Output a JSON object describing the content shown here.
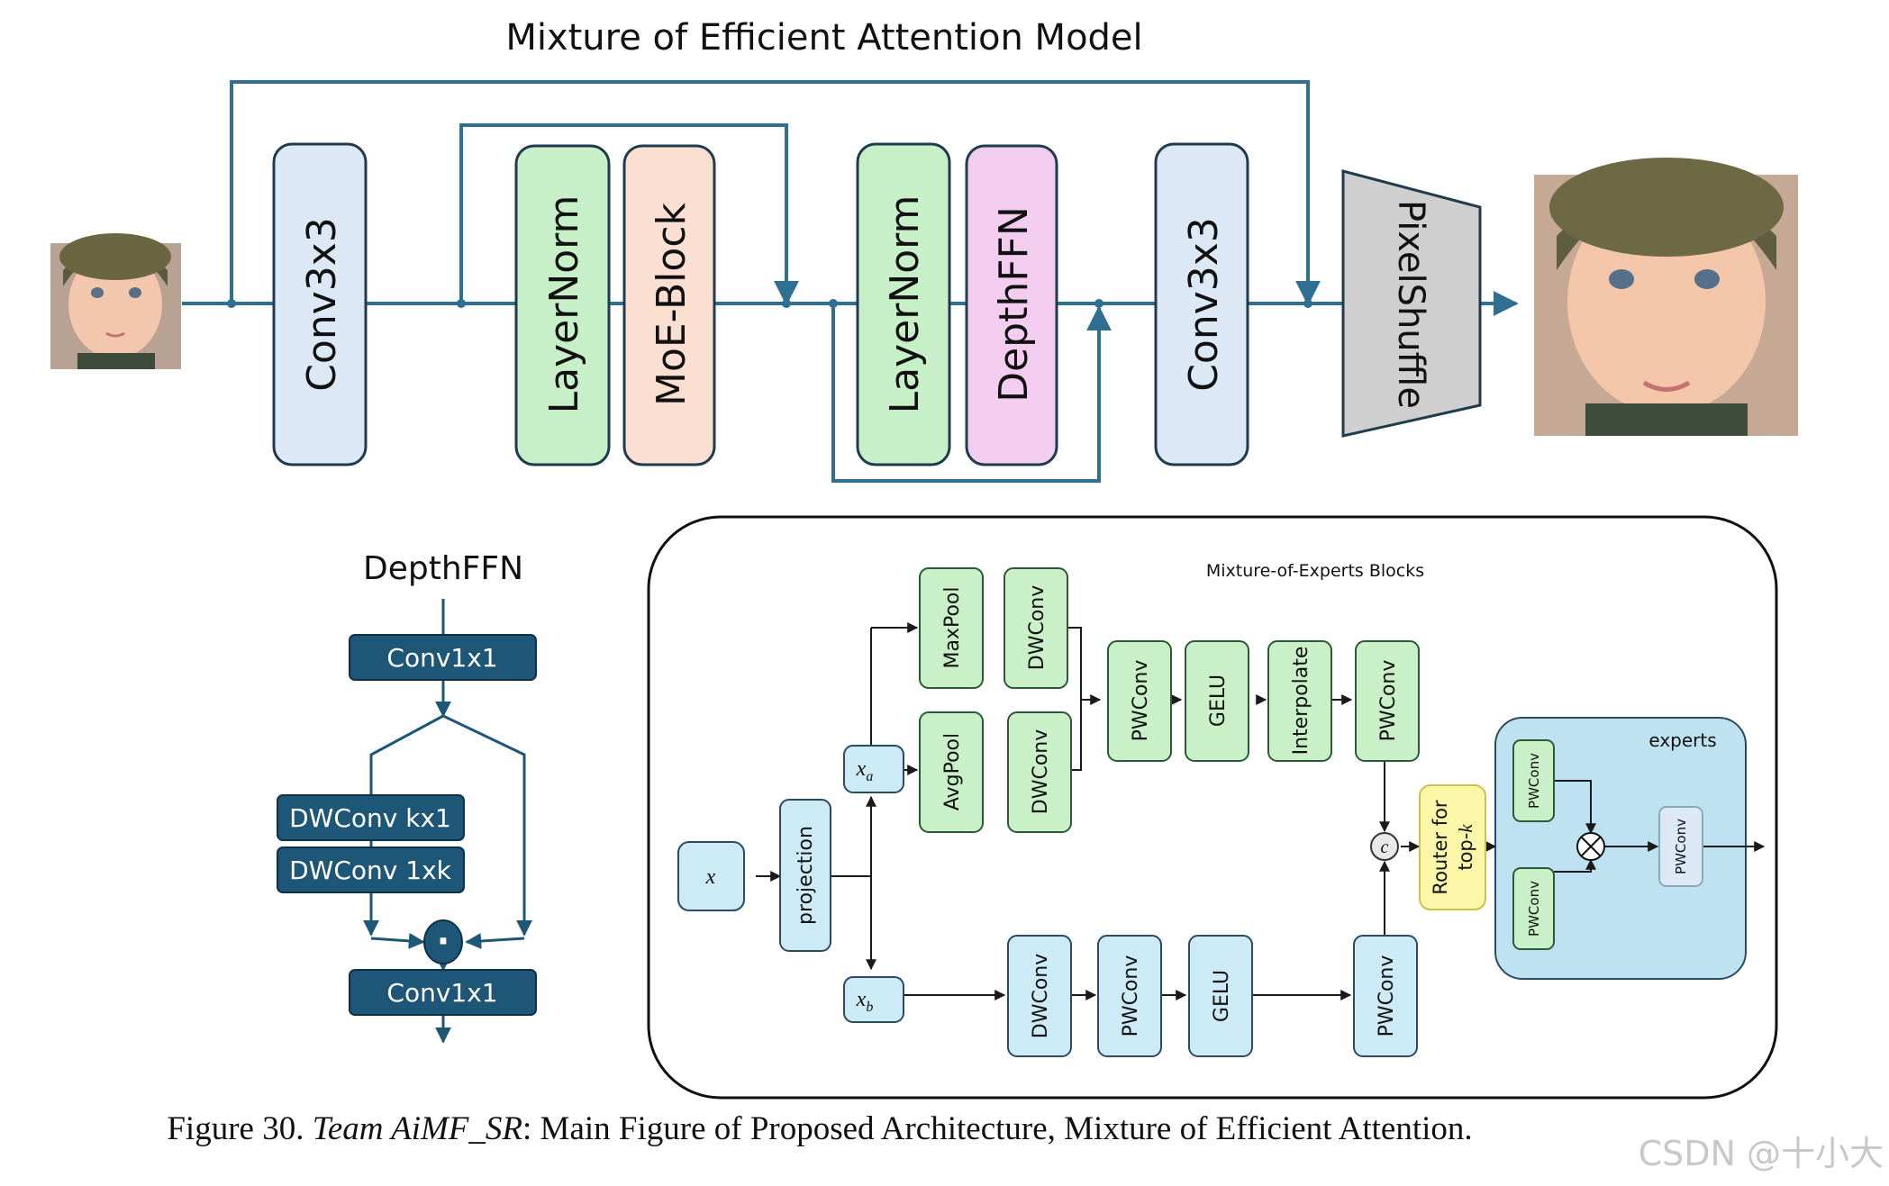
{
  "title": "Mixture of Efficient Attention Model",
  "main_pipeline": {
    "blocks": [
      "Conv3x3",
      "LayerNorm",
      "MoE-Block",
      "LayerNorm",
      "DepthFFN",
      "Conv3x3",
      "PixelShuffle"
    ]
  },
  "depthffn": {
    "title": "DepthFFN",
    "conv_top": "Conv1x1",
    "dw_kx1": "DWConv kx1",
    "dw_1xk": "DWConv 1xk",
    "mult": "·",
    "conv_bottom": "Conv1x1"
  },
  "moe": {
    "title": "Mixture-of-Experts Blocks",
    "x": "x",
    "projection": "projection",
    "xa": "x",
    "xa_sub": "a",
    "xb": "x",
    "xb_sub": "b",
    "maxpool": "MaxPool",
    "avgpool": "AvgPool",
    "dwconv_1": "DWConv",
    "dwconv_2": "DWConv",
    "pwconv_1": "PWConv",
    "gelu_1": "GELU",
    "interpolate": "Interpolate",
    "pwconv_2": "PWConv",
    "dwconv_3": "DWConv",
    "pwconv_3": "PWConv",
    "gelu_2": "GELU",
    "pwconv_4": "PWConv",
    "concat": "c",
    "router_line1": "Router for",
    "router_line2": "top-",
    "router_k": "k",
    "experts_label": "experts",
    "expert_1": "PWConv",
    "expert_2": "PWConv",
    "expert_out": "PWConv",
    "mult": "⊗"
  },
  "caption": {
    "prefix": "Figure 30. ",
    "team": "Team AiMF_SR",
    "rest": ": Main Figure of Proposed Architecture, Mixture of Efficient Attention."
  },
  "watermark": "CSDN @十小大",
  "colors": {
    "line": "#2e6f92",
    "blue_block": "#dce8f6",
    "green_block": "#c8f0c8",
    "peach_block": "#fbe0d2",
    "pink_block": "#f3cdef",
    "pixelshuffle": "#cfcfcf",
    "dark_navy": "#1d5677",
    "moe_green": "#c9f0c6",
    "moe_blue": "#cdeaf7",
    "router_yellow": "#fcf6a8",
    "experts_bg": "#bfe2f3"
  },
  "icons": [
    "baby-face-input-image",
    "baby-face-output-image"
  ]
}
